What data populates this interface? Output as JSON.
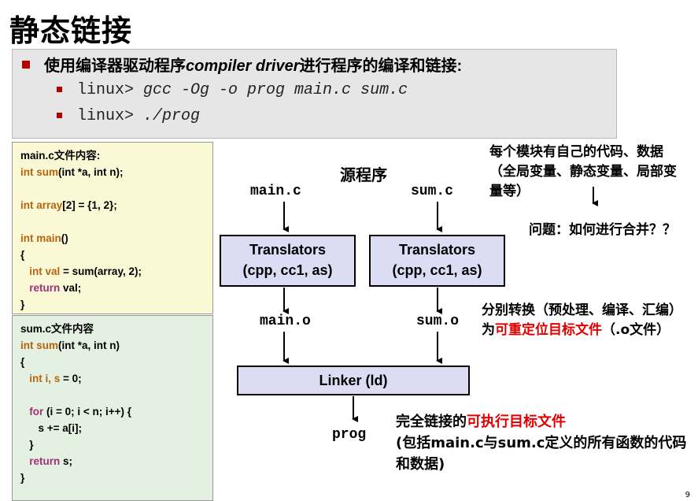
{
  "slide": {
    "title": "静态链接",
    "page_number": "9"
  },
  "intro": {
    "text_before": "使用编译器驱动程序",
    "text_italic": "compiler driver",
    "text_after": "进行程序的编译和链接:",
    "commands": [
      {
        "prompt": "linux> ",
        "command": "gcc -Og -o prog main.c sum.c"
      },
      {
        "prompt": "linux> ",
        "command": "./prog"
      }
    ]
  },
  "main_code": {
    "header": "main.c文件内容:",
    "lines": [
      {
        "kw": "int ",
        "fn": "sum",
        "rest": "(int *a, int n);"
      },
      {
        "kw": "",
        "fn": "",
        "rest": ""
      },
      {
        "kw": "int ",
        "fn": "array",
        "rest": "[2] = {1, 2};"
      },
      {
        "kw": "",
        "fn": "",
        "rest": ""
      },
      {
        "kw": "int ",
        "fn": "main",
        "rest": "()"
      },
      {
        "kw": "",
        "fn": "",
        "rest": "{"
      },
      {
        "kw": "   int ",
        "fn": "val",
        "rest": " = sum(array, 2);"
      },
      {
        "kw": "   return ",
        "fn": "",
        "rest": "val;"
      },
      {
        "kw": "",
        "fn": "",
        "rest": "}"
      }
    ]
  },
  "sum_code": {
    "header": "sum.c文件内容",
    "lines": [
      {
        "kw": "int ",
        "fn": "sum",
        "rest": "(int *a, int n)"
      },
      {
        "kw": "",
        "fn": "",
        "rest": "{"
      },
      {
        "kw": "   int ",
        "fn": "i, s",
        "rest": " = 0;"
      },
      {
        "kw": "",
        "fn": "",
        "rest": ""
      },
      {
        "kw": "   for ",
        "fn": "",
        "rest": "(i = 0; i < n; i++) {"
      },
      {
        "kw": "",
        "fn": "",
        "rest": "      s += a[i];"
      },
      {
        "kw": "",
        "fn": "",
        "rest": "   }"
      },
      {
        "kw": "   return ",
        "fn": "",
        "rest": "s;"
      },
      {
        "kw": "",
        "fn": "",
        "rest": "}"
      }
    ]
  },
  "diagram": {
    "source_label": "源程序",
    "file_main_c": "main.c",
    "file_sum_c": "sum.c",
    "translator_title": "Translators",
    "translator_sub": "(cpp, cc1, as)",
    "file_main_o": "main.o",
    "file_sum_o": "sum.o",
    "linker_label": "Linker (ld)",
    "output_label": "prog"
  },
  "notes": {
    "modules": "每个模块有自己的代码、数据（全局变量、静态变量、局部变量等）",
    "question": "问题：如何进行合并？？",
    "convert_before": "分别转换（预处理、编译、汇编）为",
    "convert_red": "可重定位目标文件",
    "convert_after": "（.o文件）",
    "linked_before": "完全链接的",
    "linked_red": "可执行目标文件",
    "linked_detail": "(包括main.c与sum.c定义的所有函数的代码和数据)"
  }
}
